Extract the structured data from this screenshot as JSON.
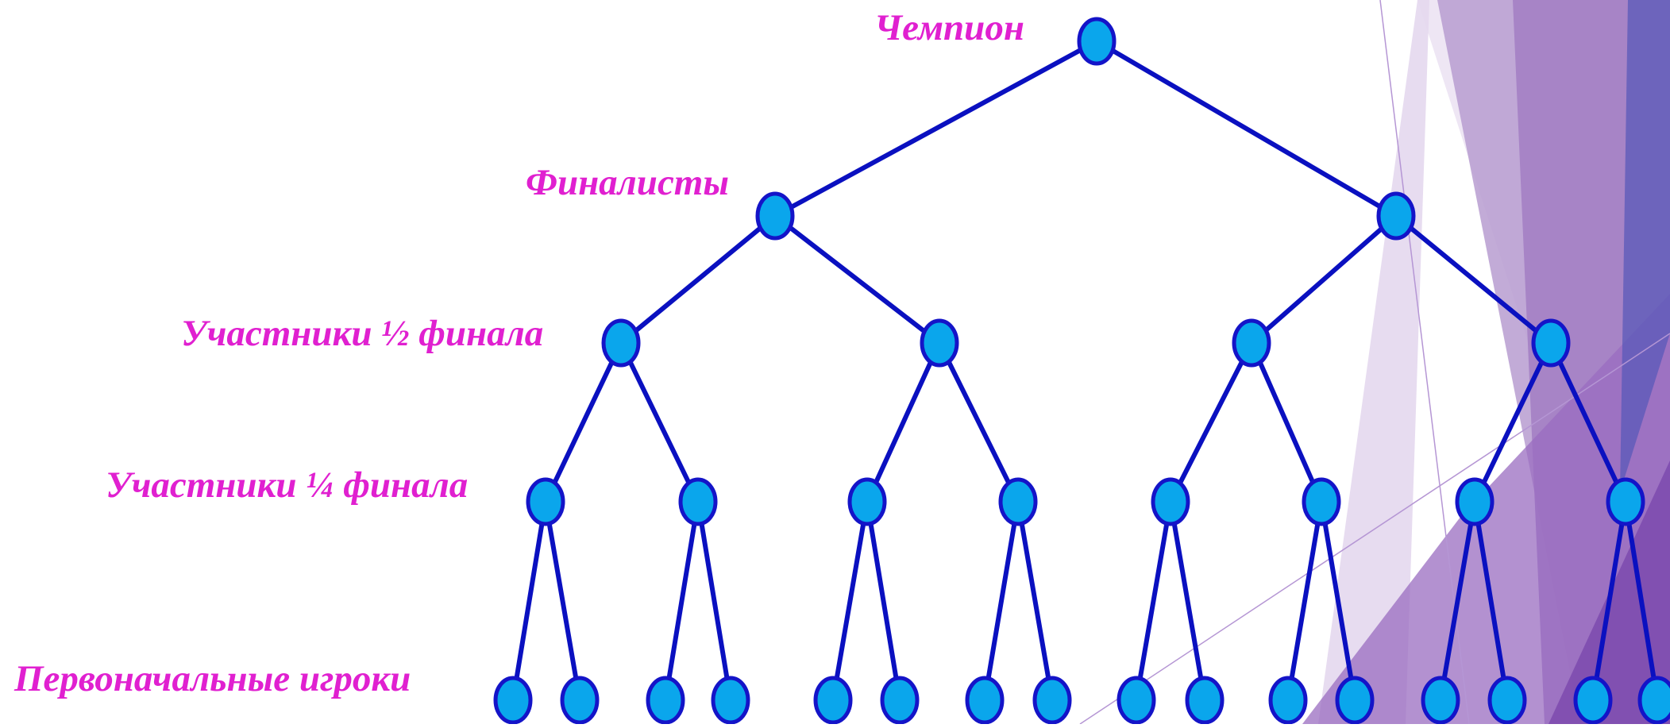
{
  "levels": {
    "champion": "Чемпион",
    "finalists": "Финалисты",
    "semifinal": "Участники ½ финала",
    "quarterfinal": "Участники ¼ финала",
    "initial": "Первоначальные игроки"
  },
  "colors": {
    "label": "#e020d0",
    "edge": "#0a10c0",
    "node_fill": "#0aa6ec",
    "node_stroke": "#1414c8",
    "deco_violet": "#8040a8",
    "deco_lavender": "#c8b0dc",
    "deco_blue": "#5a5ab8"
  },
  "tree": {
    "structure": "single-elimination bracket",
    "levels_count": 5,
    "nodes_per_level": [
      1,
      2,
      4,
      8,
      16
    ]
  }
}
